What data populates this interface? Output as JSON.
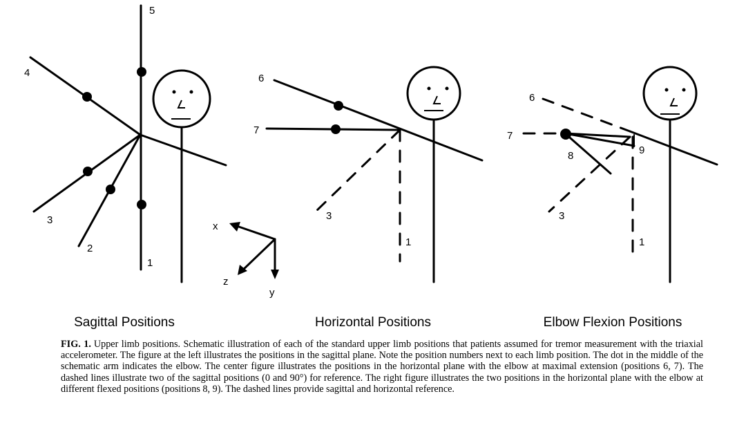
{
  "panels": [
    {
      "title": "Sagittal Positions",
      "labels": [
        "1",
        "2",
        "3",
        "4",
        "5"
      ]
    },
    {
      "title": "Horizontal Positions",
      "labels": [
        "1",
        "3",
        "6",
        "7"
      ]
    },
    {
      "title": "Elbow Flexion Positions",
      "labels": [
        "1",
        "3",
        "6",
        "7",
        "8",
        "9"
      ]
    }
  ],
  "axes": {
    "x": "x",
    "y": "y",
    "z": "z"
  },
  "caption": {
    "label": "FIG. 1.",
    "text": "Upper limb positions. Schematic illustration of each of the standard upper limb positions that patients assumed for tremor measurement with the triaxial accelerometer. The figure at the left illustrates the positions in the sagittal plane. Note the position numbers next to each limb position. The dot in the middle of the schematic arm indicates the elbow. The center figure illustrates the positions in the horizontal plane with the elbow at maximal extension (positions 6, 7). The dashed lines illustrate two of the sagittal positions (0 and 90°) for reference. The right figure illustrates the two positions in the horizontal plane with the elbow at different flexed positions (positions 8, 9). The dashed lines provide sagittal and horizontal reference."
  }
}
